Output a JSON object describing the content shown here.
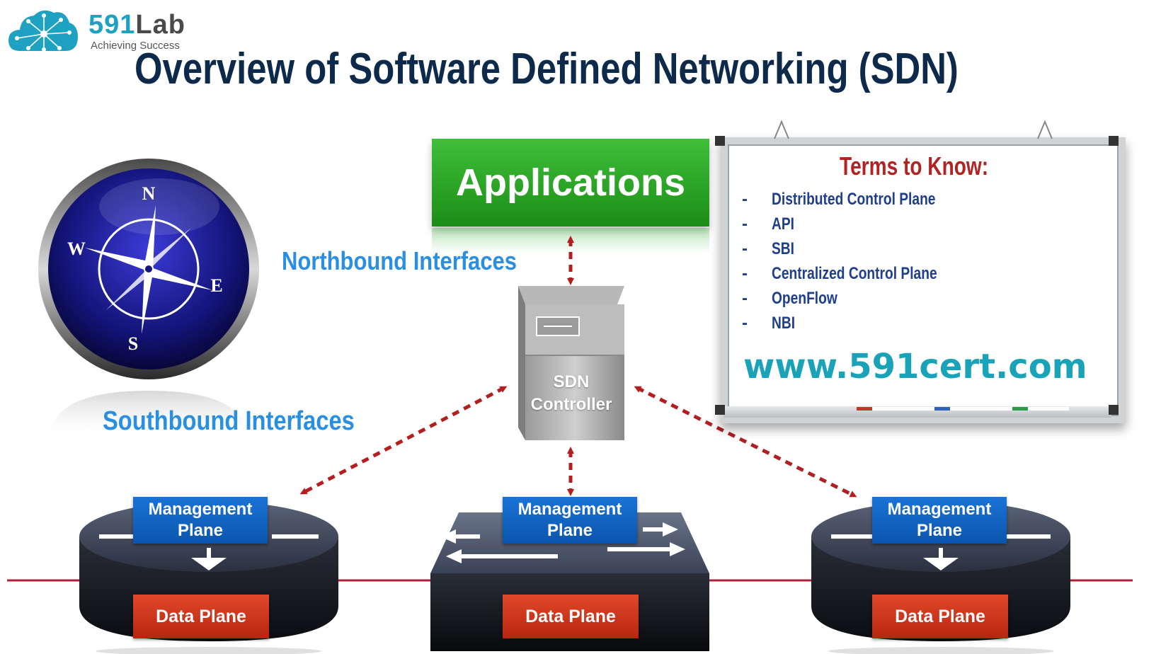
{
  "logo": {
    "name_num": "591",
    "name_word": "Lab",
    "tagline": "Achieving Success"
  },
  "title": "Overview of Software Defined Networking (SDN)",
  "applications": "Applications",
  "northbound": "Northbound Interfaces",
  "southbound": "Southbound Interfaces",
  "controller": {
    "line1": "SDN",
    "line2": "Controller"
  },
  "compass": {
    "n": "N",
    "s": "S",
    "e": "E",
    "w": "W"
  },
  "board": {
    "title": "Terms to Know:",
    "terms": [
      "Distributed Control Plane",
      "API",
      "SBI",
      "Centralized Control Plane",
      "OpenFlow",
      "NBI"
    ],
    "url": "www.591cert.com"
  },
  "devices": [
    {
      "mgmt_line1": "Management",
      "mgmt_line2": "Plane",
      "data": "Data Plane"
    },
    {
      "mgmt_line1": "Management",
      "mgmt_line2": "Plane",
      "data": "Data Plane"
    },
    {
      "mgmt_line1": "Management",
      "mgmt_line2": "Plane",
      "data": "Data Plane"
    }
  ],
  "colors": {
    "title": "#0e2a4a",
    "apps_green": "#2aa624",
    "interface_blue": "#2a8fe0",
    "terms_red": "#b02424",
    "terms_blue": "#1f3e8c",
    "url_teal": "#1aa3b8",
    "arrow_red": "#b41e1e",
    "mgmt_blue": "#0b55ad",
    "data_red": "#c8301a",
    "link_line": "#b0203a"
  }
}
